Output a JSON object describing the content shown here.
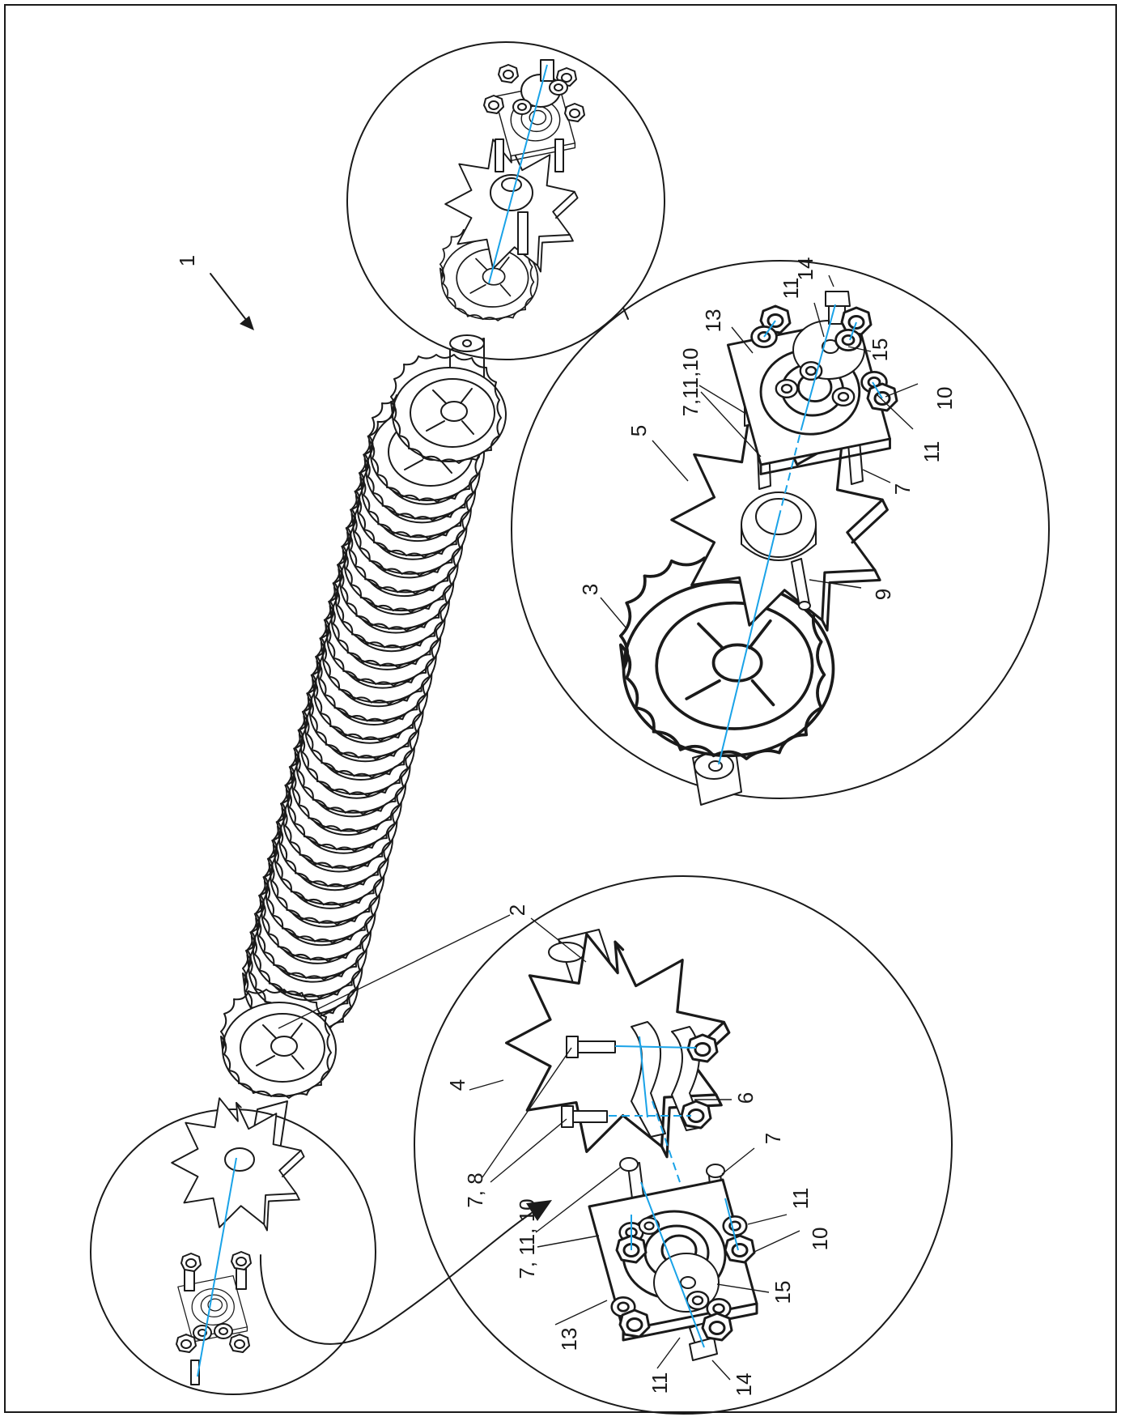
{
  "labels": {
    "l1": "1",
    "l2": "2",
    "l3": "3",
    "l4": "4",
    "l5": "5",
    "l6": "6",
    "l7a": "7",
    "l7b": "7",
    "l7_8": "7, 8",
    "l7_11_10a": "7,11,10",
    "l7_11_10b": "7, 11, 10",
    "l9": "9",
    "l10a": "10",
    "l10b": "10",
    "l11a": "11",
    "l11b": "11",
    "l11c": "11",
    "l11d": "11",
    "l13a": "13",
    "l13b": "13",
    "l14a": "14",
    "l14b": "14",
    "l15a": "15",
    "l15b": "15"
  },
  "colors": {
    "line": "#1a1a1a",
    "axis": "#1aa3e8",
    "background": "#ffffff"
  }
}
